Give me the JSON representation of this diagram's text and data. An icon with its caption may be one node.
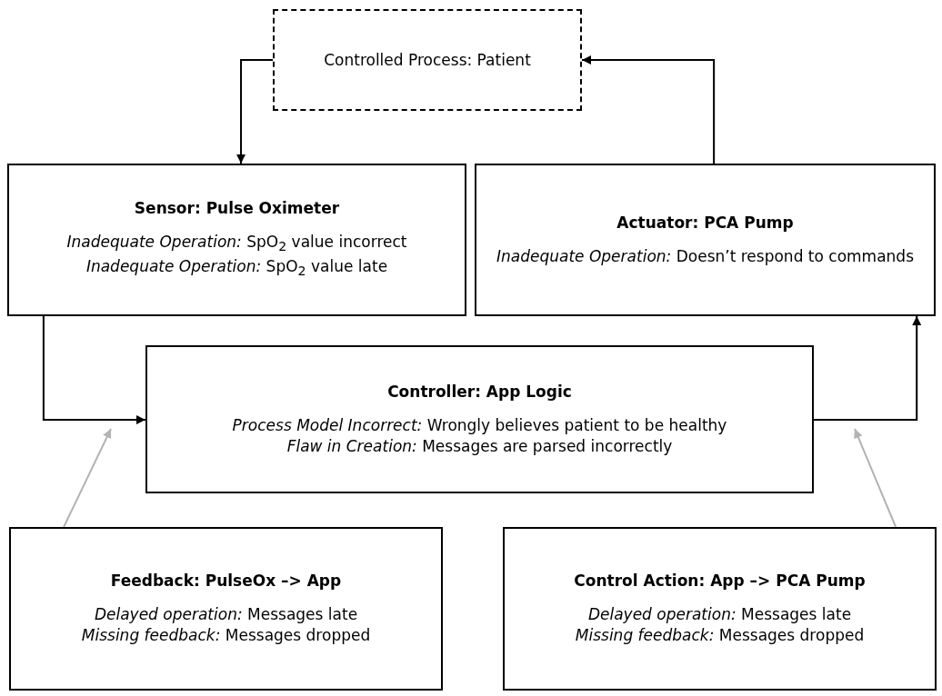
{
  "diagram": {
    "nodes": [
      {
        "text": [
          "Controlled Process: Patient"
        ]
      },
      {
        "text": [
          "Sensor: Pulse Oximeter",
          "*Inadequate Operation:* SpO$_{2}$ value incorrect",
          "*Inadequate Operation:* SpO$_{2}$ value late"
        ]
      },
      {
        "text": [
          "Actuator: PCA Pump",
          "*Inadequate Operation:* Doesn’t respond to commands"
        ]
      },
      {
        "text": [
          "Controller: App Logic",
          "*Process Model Incorrect:* Wrongly believes patient to be healthy",
          "*Flaw in Creation:* Messages are parsed incorrectly"
        ]
      },
      {
        "text": [
          "Feedback: PulseOx –> App",
          "*Delayed operation:* Messages late",
          "*Missing feedback:* Messages dropped"
        ]
      },
      {
        "text": [
          "Control Action: App –> PCA Pump",
          "*Delayed operation:* Messages late",
          "*Missing feedback:* Messages dropped"
        ]
      }
    ],
    "edges": [
      {
        "from": 0,
        "to": 1,
        "arrow": "to"
      },
      {
        "from": 1,
        "to": 3,
        "arrow": "to"
      },
      {
        "from": 3,
        "to": 2,
        "arrow": "to"
      },
      {
        "from": 2,
        "to": 0,
        "arrow": "to"
      },
      {
        "from": 4,
        "to": null,
        "arrow": "to",
        "color": "#b3b3b3"
      },
      {
        "from": 5,
        "to": null,
        "arrow": "to",
        "color": "#b3b3b3"
      }
    ]
  }
}
